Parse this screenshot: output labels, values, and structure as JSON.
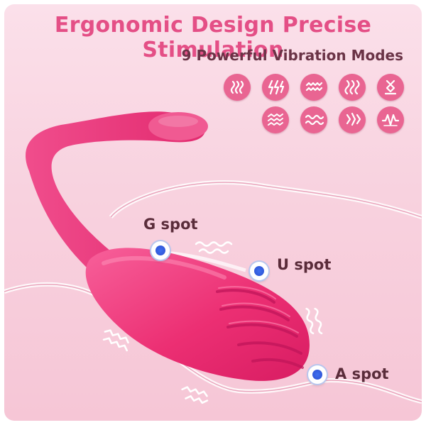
{
  "header": {
    "title": "Ergonomic Design Precise Stimulation",
    "subtitle": "9 Powerful Vibration Modes"
  },
  "modes": [
    {
      "icon": "vibration-wave-icon"
    },
    {
      "icon": "vibration-bolt-icon"
    },
    {
      "icon": "vibration-zigzag-icon"
    },
    {
      "icon": "vibration-wave-icon"
    },
    {
      "icon": "vibration-pulse-icon"
    },
    {
      "icon": "vibration-zigzag-icon"
    },
    {
      "icon": "vibration-wave-icon"
    },
    {
      "icon": "vibration-bolt-icon"
    },
    {
      "icon": "vibration-pulse-icon"
    }
  ],
  "spots": {
    "g": "G spot",
    "u": "U spot",
    "a": "A spot"
  },
  "colors": {
    "accent": "#e44f86",
    "product": "#ee3a7a",
    "icon_bg": "#e96592",
    "dot": "#3f6ff0"
  }
}
